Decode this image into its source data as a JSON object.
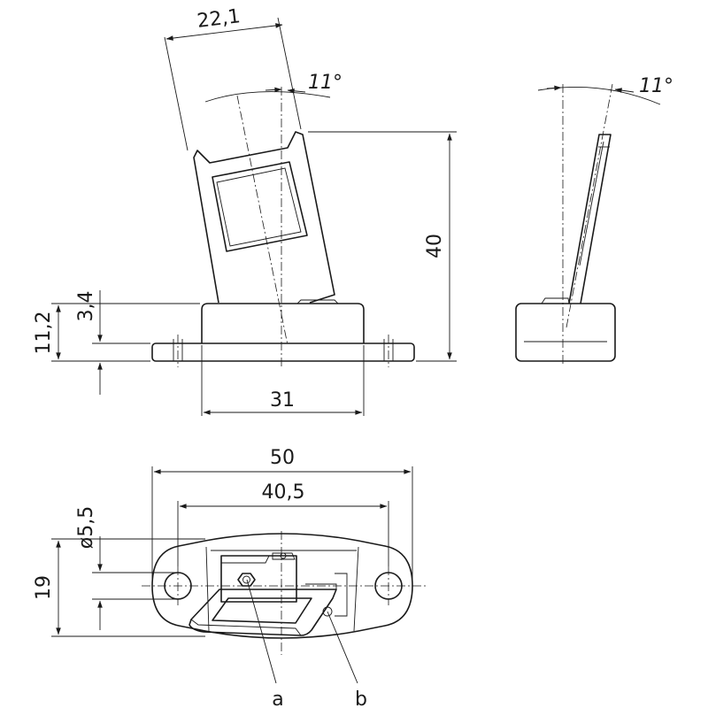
{
  "dimensions": {
    "top_width_angled": "22,1",
    "angle_front": "11°",
    "angle_side": "11°",
    "height_total": "40",
    "base_height": "11,2",
    "step_height": "3,4",
    "body_width": "31",
    "overall_length": "50",
    "hole_spacing": "40,5",
    "hole_diameter": "ø5,5",
    "plate_width": "19"
  },
  "callouts": {
    "a": "a",
    "b": "b"
  }
}
